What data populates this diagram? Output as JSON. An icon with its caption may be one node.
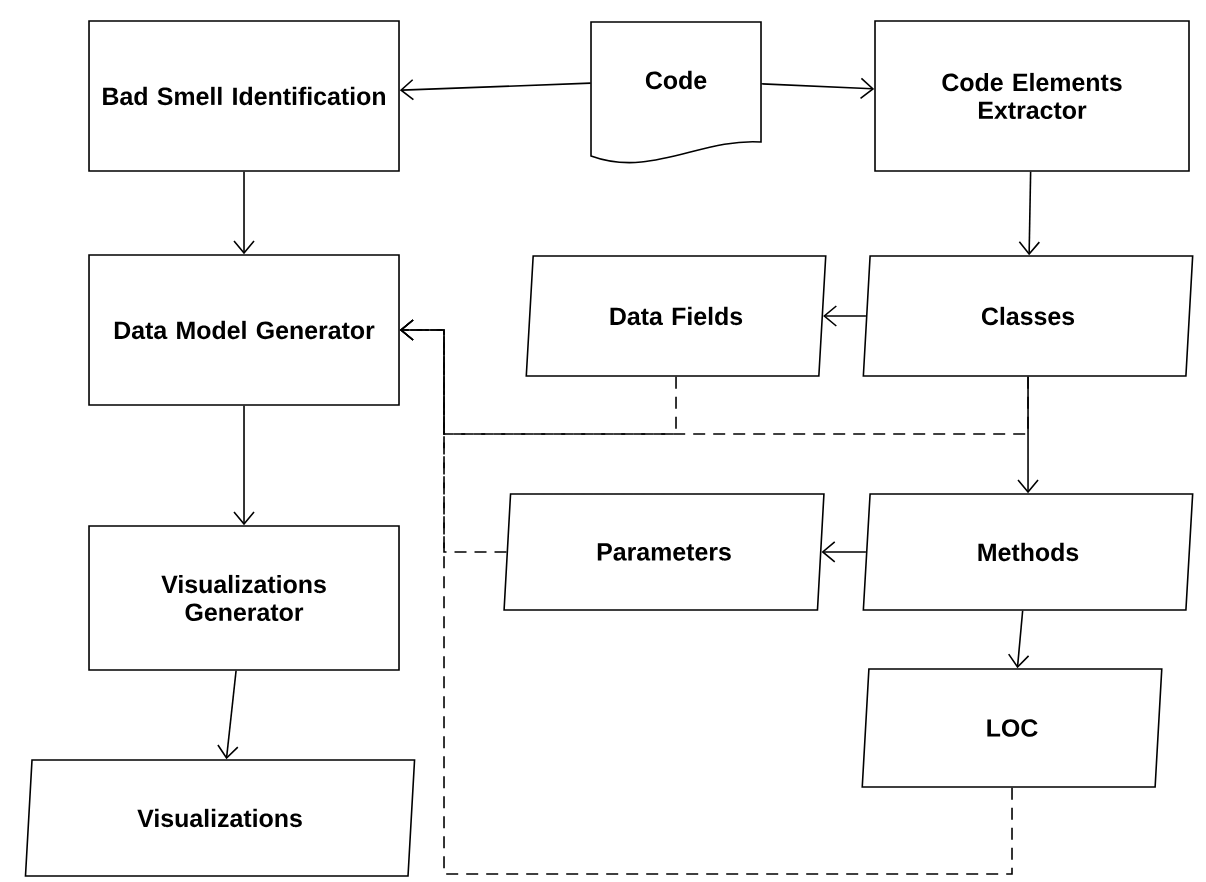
{
  "diagram": {
    "nodes": [
      {
        "text": [
          "Bad Smell Identification"
        ]
      },
      {
        "text": [
          "Code"
        ]
      },
      {
        "text": [
          "Code Elements Extractor"
        ]
      },
      {
        "text": [
          "Data Model Generator"
        ]
      },
      {
        "text": [
          "Data Fields"
        ]
      },
      {
        "text": [
          "Classes"
        ]
      },
      {
        "text": [
          "Parameters"
        ]
      },
      {
        "text": [
          "Methods"
        ]
      },
      {
        "text": [
          "LOC"
        ]
      },
      {
        "text": [
          "Visualizations Generator"
        ]
      },
      {
        "text": [
          "Visualizations"
        ]
      }
    ],
    "edges": [
      {
        "from": 1,
        "to": 0,
        "arrow": "to"
      },
      {
        "from": 1,
        "to": 2,
        "arrow": "to"
      },
      {
        "from": 0,
        "to": 3,
        "arrow": "to"
      },
      {
        "from": 2,
        "to": 5,
        "arrow": "to"
      },
      {
        "from": 5,
        "to": 4,
        "arrow": "to"
      },
      {
        "from": 5,
        "to": 7,
        "arrow": "to"
      },
      {
        "from": 7,
        "to": 6,
        "arrow": "to"
      },
      {
        "from": 7,
        "to": 8,
        "arrow": "to"
      },
      {
        "from": 3,
        "to": 9,
        "arrow": "to"
      },
      {
        "from": 9,
        "to": 10,
        "arrow": "to"
      },
      {
        "from": 4,
        "to": 3,
        "arrow": "to",
        "style": "dashed"
      },
      {
        "from": 5,
        "to": 3,
        "arrow": "to",
        "style": "dashed"
      },
      {
        "from": 6,
        "to": 3,
        "arrow": "to",
        "style": "dashed"
      },
      {
        "from": 8,
        "to": 3,
        "arrow": "to",
        "style": "dashed"
      }
    ]
  }
}
